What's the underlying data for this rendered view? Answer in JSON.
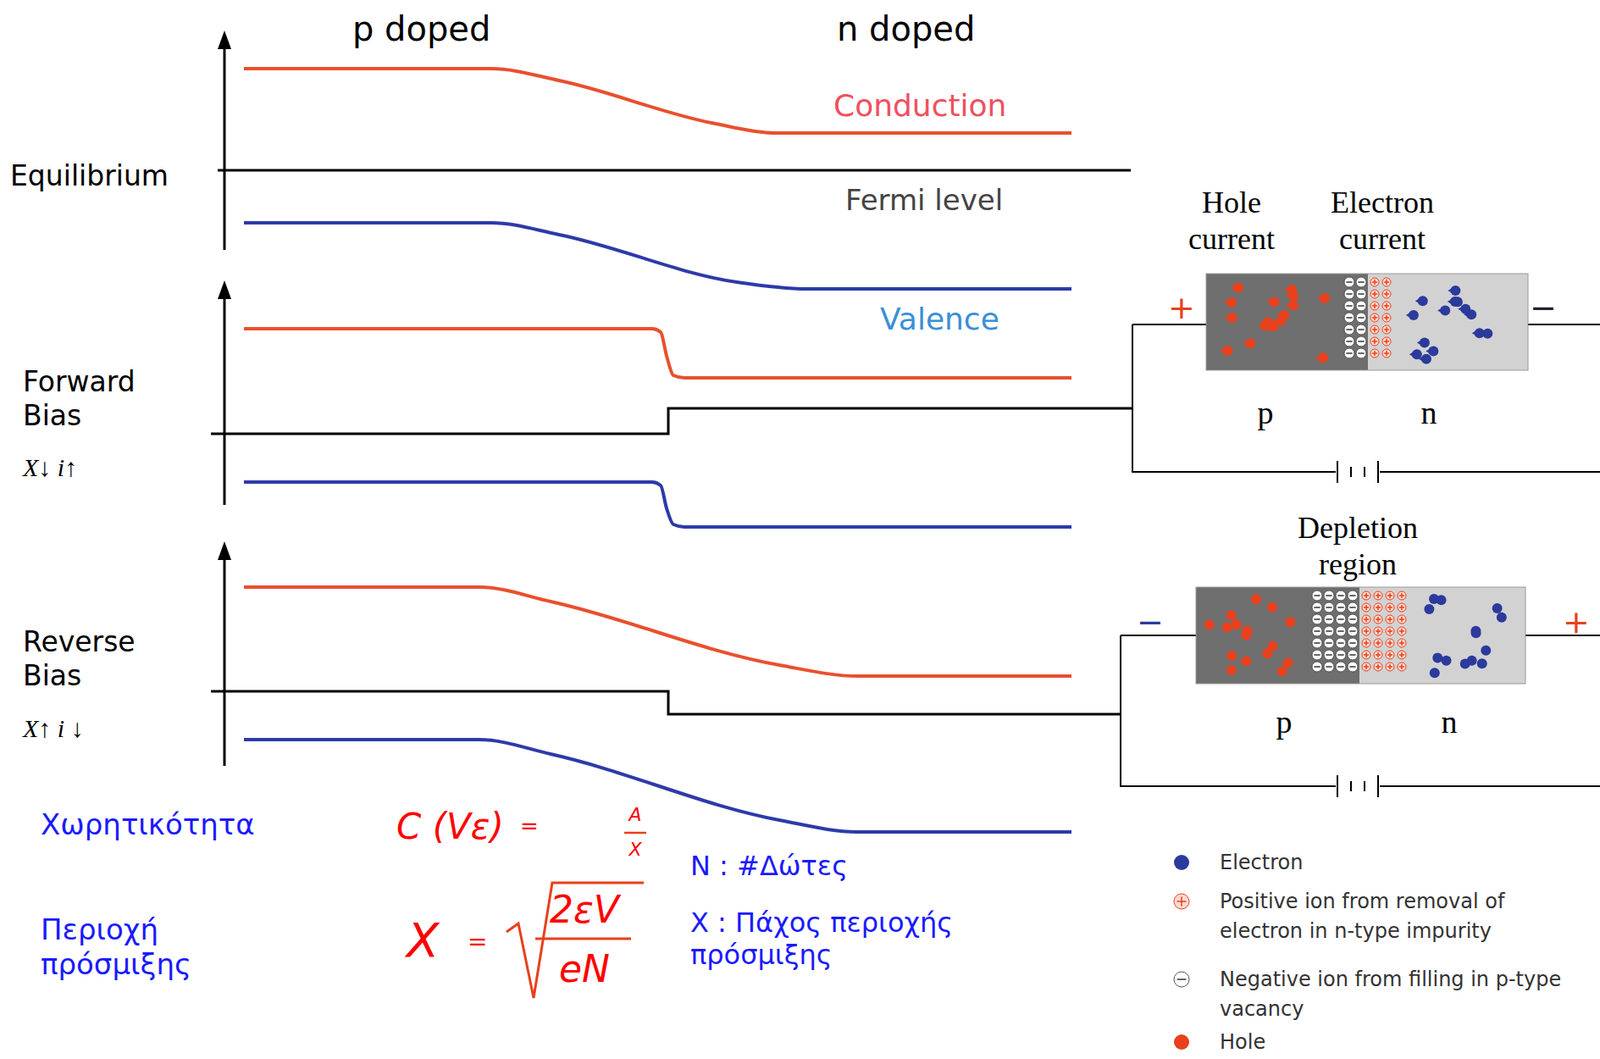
{
  "diagram": {
    "labels": [
      "p doped",
      "n doped",
      "Equilibrium",
      "Conduction",
      "Fermi level",
      "Valence",
      "Forward Bias",
      "X↓ i↑",
      "Hole current",
      "Electron current",
      "+",
      "−",
      "p",
      "n",
      "Depletion region",
      "−",
      "+",
      "p",
      "n",
      "Reverse Bias",
      "X↑ i ↓",
      "Χωρητικότητα",
      "Περιοχή πρόσμιξης",
      "C (Vε)",
      "=",
      "A",
      "X",
      "X",
      "=",
      "2εV",
      "eN",
      "N : #Δώτες",
      "X : Πάχος περιοχής πρόσμιξης"
    ],
    "legend": [
      {
        "text": "Electron",
        "color": "#2b3a9c"
      },
      {
        "text": "Positive ion from removal of electron in n-type impurity"
      },
      {
        "text": "Negative ion from filling in p-type vacancy"
      },
      {
        "text": "Hole",
        "color": "#e8401c"
      }
    ]
  }
}
